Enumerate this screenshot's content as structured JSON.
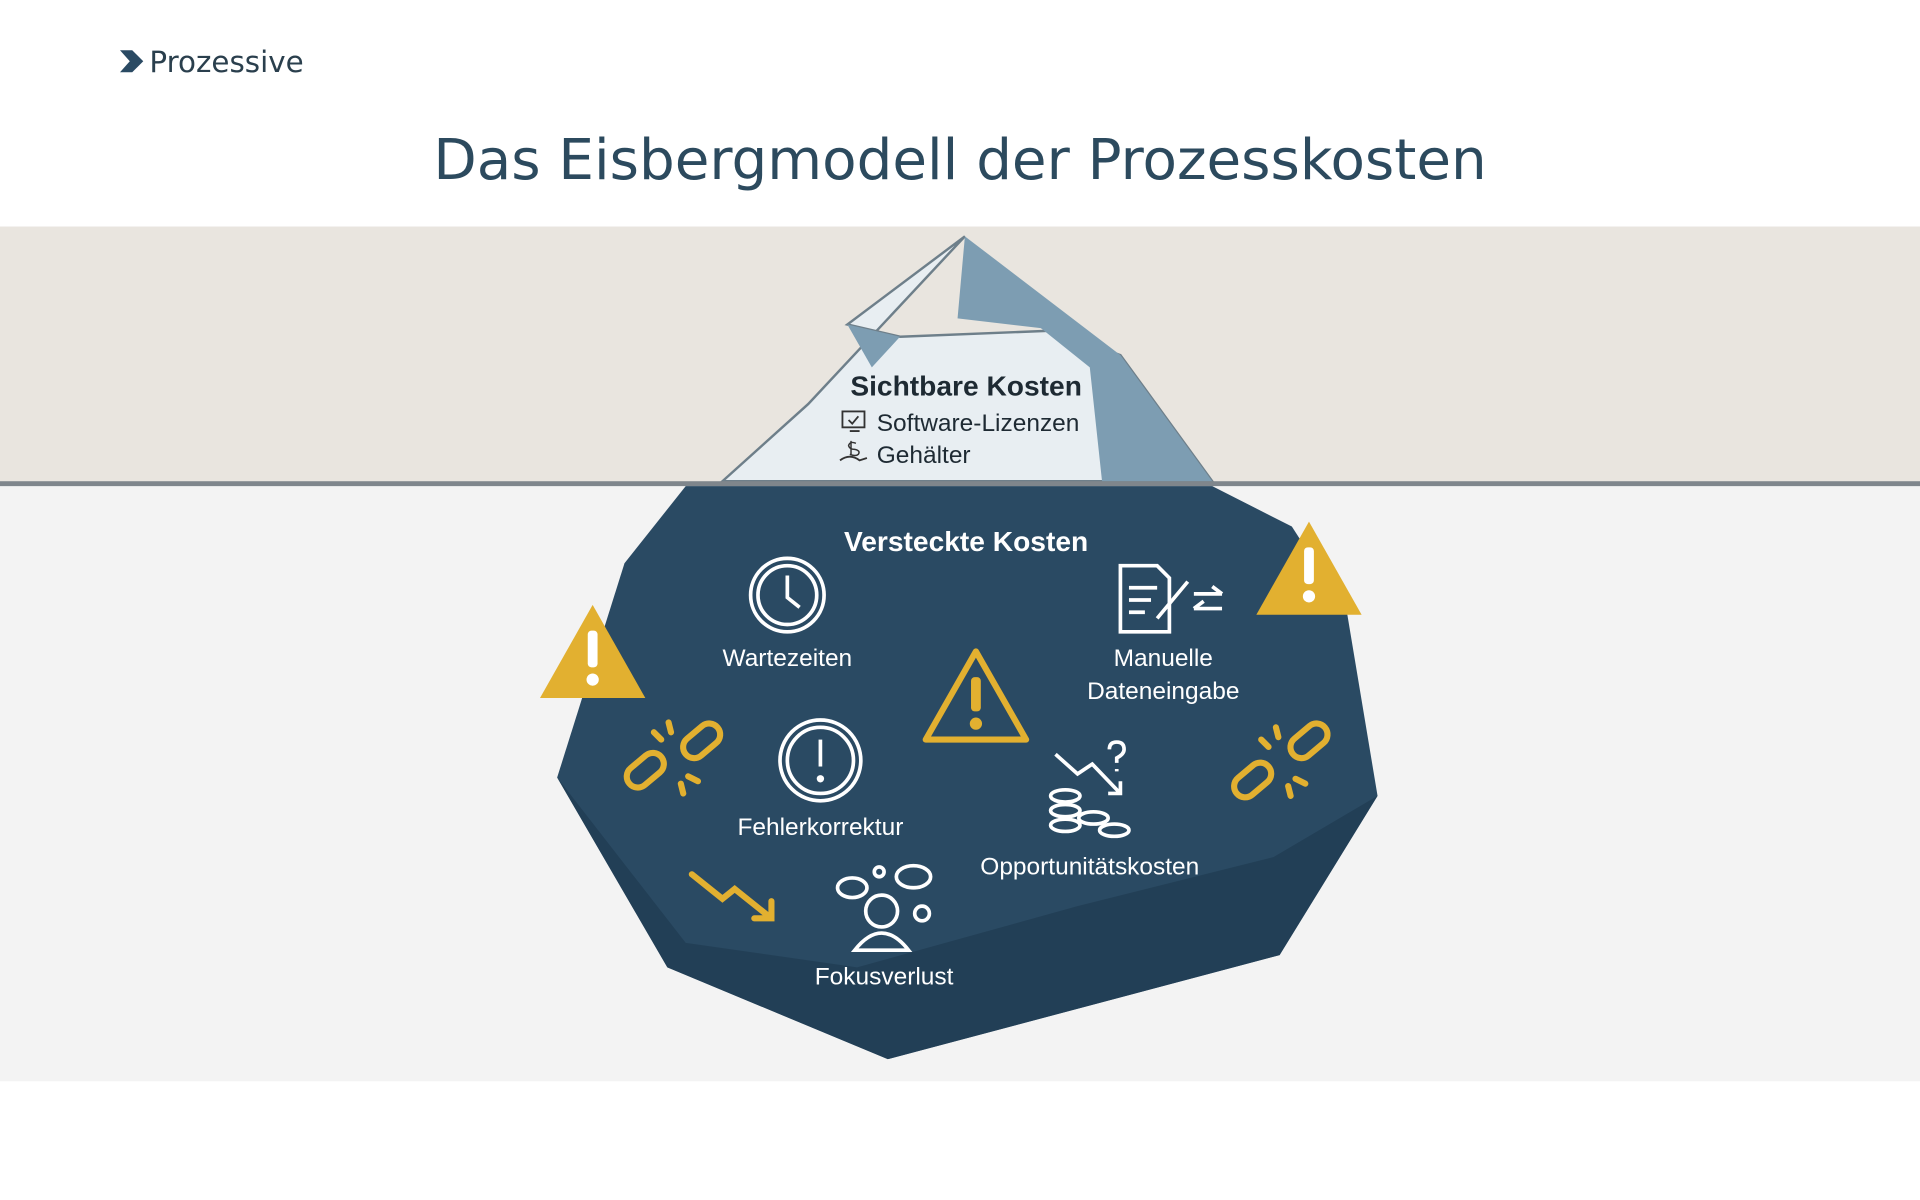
{
  "logo": {
    "text": "Prozessive"
  },
  "title": "Das Eisbergmodell der Prozesskosten",
  "visible_costs": {
    "heading": "Sichtbare Kosten",
    "items": [
      {
        "label": "Software-Lizenzen",
        "icon": "monitor-check-icon"
      },
      {
        "label": "Gehälter",
        "icon": "hand-dollar-icon"
      }
    ]
  },
  "hidden_costs": {
    "heading": "Versteckte Kosten",
    "items": [
      {
        "label": "Wartezeiten",
        "icon": "clock-icon"
      },
      {
        "label": "Manuelle",
        "label2": "Dateneingabe",
        "icon": "document-edit-icon"
      },
      {
        "label": "Fehlerkorrektur",
        "icon": "exclamation-circle-icon"
      },
      {
        "label": "Opportunitätskosten",
        "icon": "coins-decline-icon"
      },
      {
        "label": "Fokusverlust",
        "icon": "distracted-person-icon"
      }
    ]
  },
  "colors": {
    "sky": "#e9e5df",
    "water": "#f3f3f3",
    "waterline": "#7f868c",
    "iceberg_under": "#2a4a63",
    "iceberg_top": "#e8eef2",
    "warning": "#e2b030",
    "title": "#2c4a5e"
  }
}
